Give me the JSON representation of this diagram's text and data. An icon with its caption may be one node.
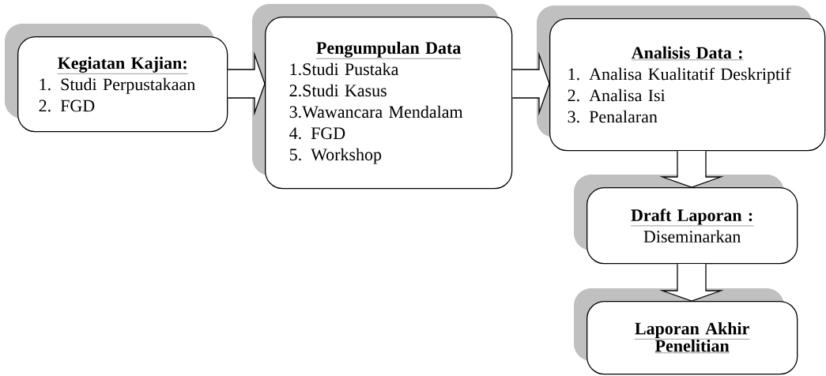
{
  "diagram": {
    "nodes": [
      {
        "text": [
          "Kegiatan Kajian:",
          "1. Studi Perpustakaan",
          "2. FGD"
        ]
      },
      {
        "text": [
          "Pengumpulan Data",
          "1.Studi Pustaka",
          "2.Studi Kasus",
          "3.Wawancara Mendalam",
          "4. FGD",
          "5. Workshop"
        ]
      },
      {
        "text": [
          "Analisis Data :",
          "1. Analisa Kualitatif Deskriptif",
          "2. Analisa Isi",
          "3. Penalaran"
        ]
      },
      {
        "text": [
          "Draft Laporan :",
          "Diseminarkan"
        ]
      },
      {
        "text": [
          "Laporan Akhir Penelitian"
        ]
      }
    ],
    "edges": [
      {
        "from": 0,
        "to": 1,
        "arrow": "to"
      },
      {
        "from": 1,
        "to": 2,
        "arrow": "to"
      },
      {
        "from": 2,
        "to": 3,
        "arrow": "to"
      },
      {
        "from": 3,
        "to": 4,
        "arrow": "to"
      }
    ]
  }
}
